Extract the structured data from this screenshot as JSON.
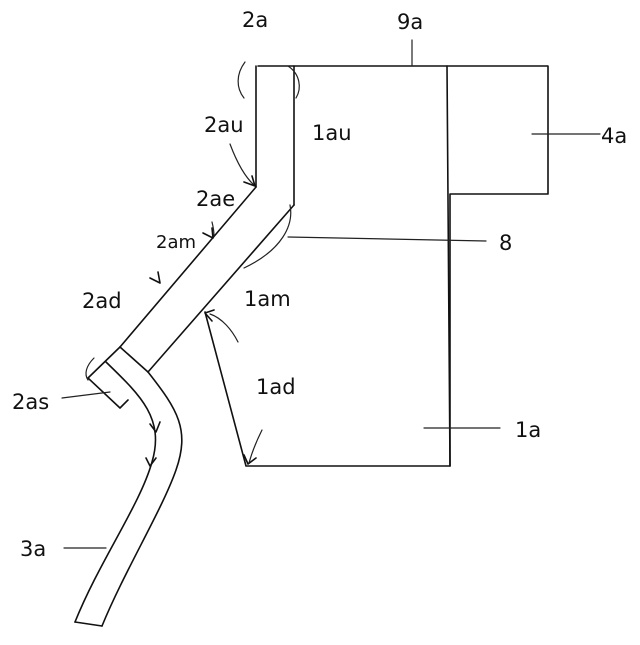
{
  "labels": {
    "2a": "2a",
    "9a": "9a",
    "2au": "2au",
    "1au": "1au",
    "4a": "4a",
    "2ae": "2ae",
    "2am": "2am",
    "8": "8",
    "2ad": "2ad",
    "1am": "1am",
    "1ad": "1ad",
    "2as": "2as",
    "1a": "1a",
    "3a": "3a"
  },
  "colors": {
    "ink": "#111111",
    "background": "#ffffff"
  }
}
